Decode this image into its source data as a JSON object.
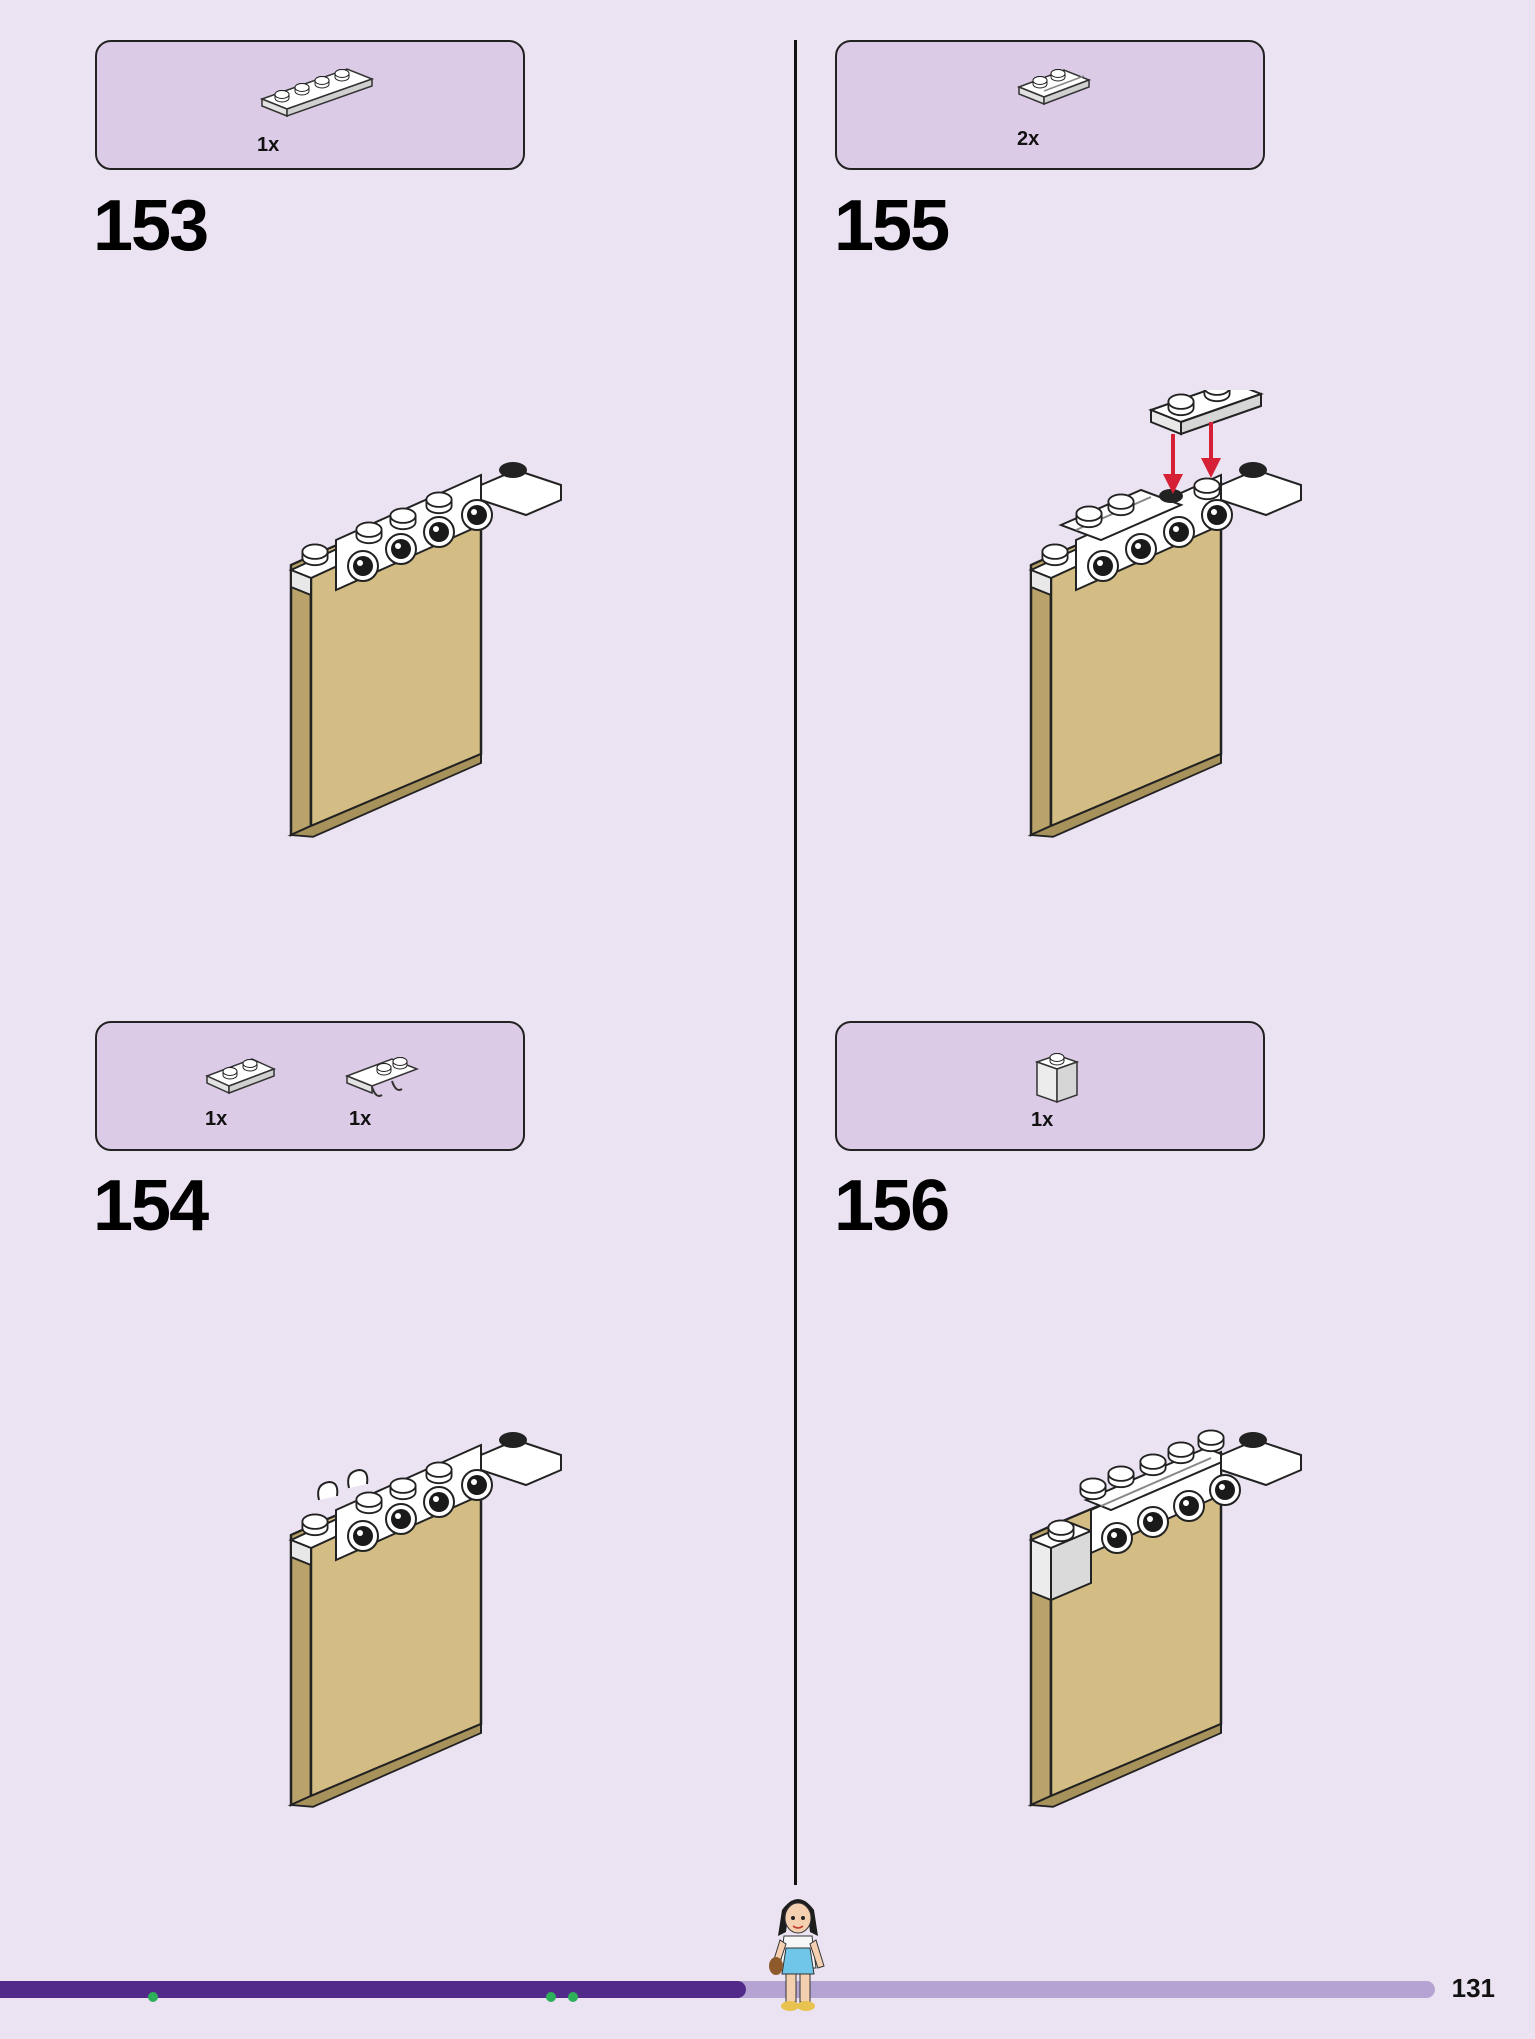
{
  "steps": [
    {
      "number": "153",
      "parts": [
        {
          "qty": "1x",
          "icon": "plate-1x4-icon"
        }
      ]
    },
    {
      "number": "154",
      "parts": [
        {
          "qty": "1x",
          "icon": "plate-1x2-icon"
        },
        {
          "qty": "1x",
          "icon": "plate-clip-icon"
        }
      ]
    },
    {
      "number": "155",
      "parts": [
        {
          "qty": "2x",
          "icon": "plate-rail-1x2-icon"
        }
      ]
    },
    {
      "number": "156",
      "parts": [
        {
          "qty": "1x",
          "icon": "brick-1x1-icon"
        }
      ]
    }
  ],
  "page": {
    "number": "131",
    "progress_percent": 52
  },
  "colors": {
    "page_background": "#ebe3f2",
    "parts_box": "#dccbe6",
    "tan_brick": "#d3bd85",
    "arrow_red": "#d62035",
    "progress_fill": "#522b8a",
    "progress_track": "#b5a4d3"
  }
}
